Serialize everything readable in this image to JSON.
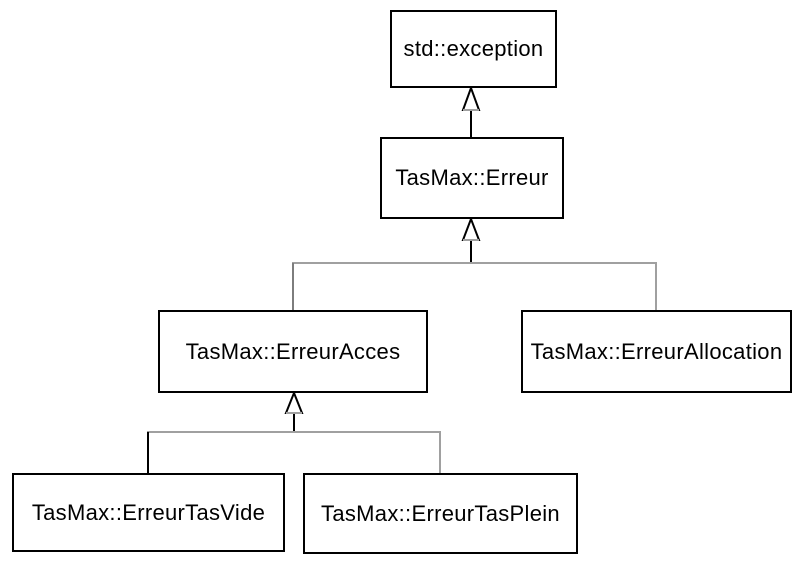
{
  "diagram": {
    "kind": "uml-class-inheritance",
    "background_color": "#ffffff",
    "node_border_color": "#000000",
    "node_fill_color": "#ffffff",
    "text_color": "#000000",
    "connector_gray_color": "#a0a0a0",
    "connector_black_color": "#000000",
    "arrowhead_style": "hollow-triangle-up",
    "nodes": [
      {
        "id": "std-exception",
        "label": "std::exception"
      },
      {
        "id": "tasmax-erreur",
        "label": "TasMax::Erreur"
      },
      {
        "id": "tasmax-erreur-acces",
        "label": "TasMax::ErreurAcces"
      },
      {
        "id": "tasmax-erreur-allocation",
        "label": "TasMax::ErreurAllocation"
      },
      {
        "id": "tasmax-erreur-tasvide",
        "label": "TasMax::ErreurTasVide"
      },
      {
        "id": "tasmax-erreur-tasplein",
        "label": "TasMax::ErreurTasPlein"
      }
    ],
    "edges": [
      {
        "from": "TasMax::Erreur",
        "to": "std::exception",
        "type": "generalization"
      },
      {
        "from": "TasMax::ErreurAcces",
        "to": "TasMax::Erreur",
        "type": "generalization"
      },
      {
        "from": "TasMax::ErreurAllocation",
        "to": "TasMax::Erreur",
        "type": "generalization"
      },
      {
        "from": "TasMax::ErreurTasVide",
        "to": "TasMax::ErreurAcces",
        "type": "generalization"
      },
      {
        "from": "TasMax::ErreurTasPlein",
        "to": "TasMax::ErreurAcces",
        "type": "generalization"
      }
    ]
  }
}
